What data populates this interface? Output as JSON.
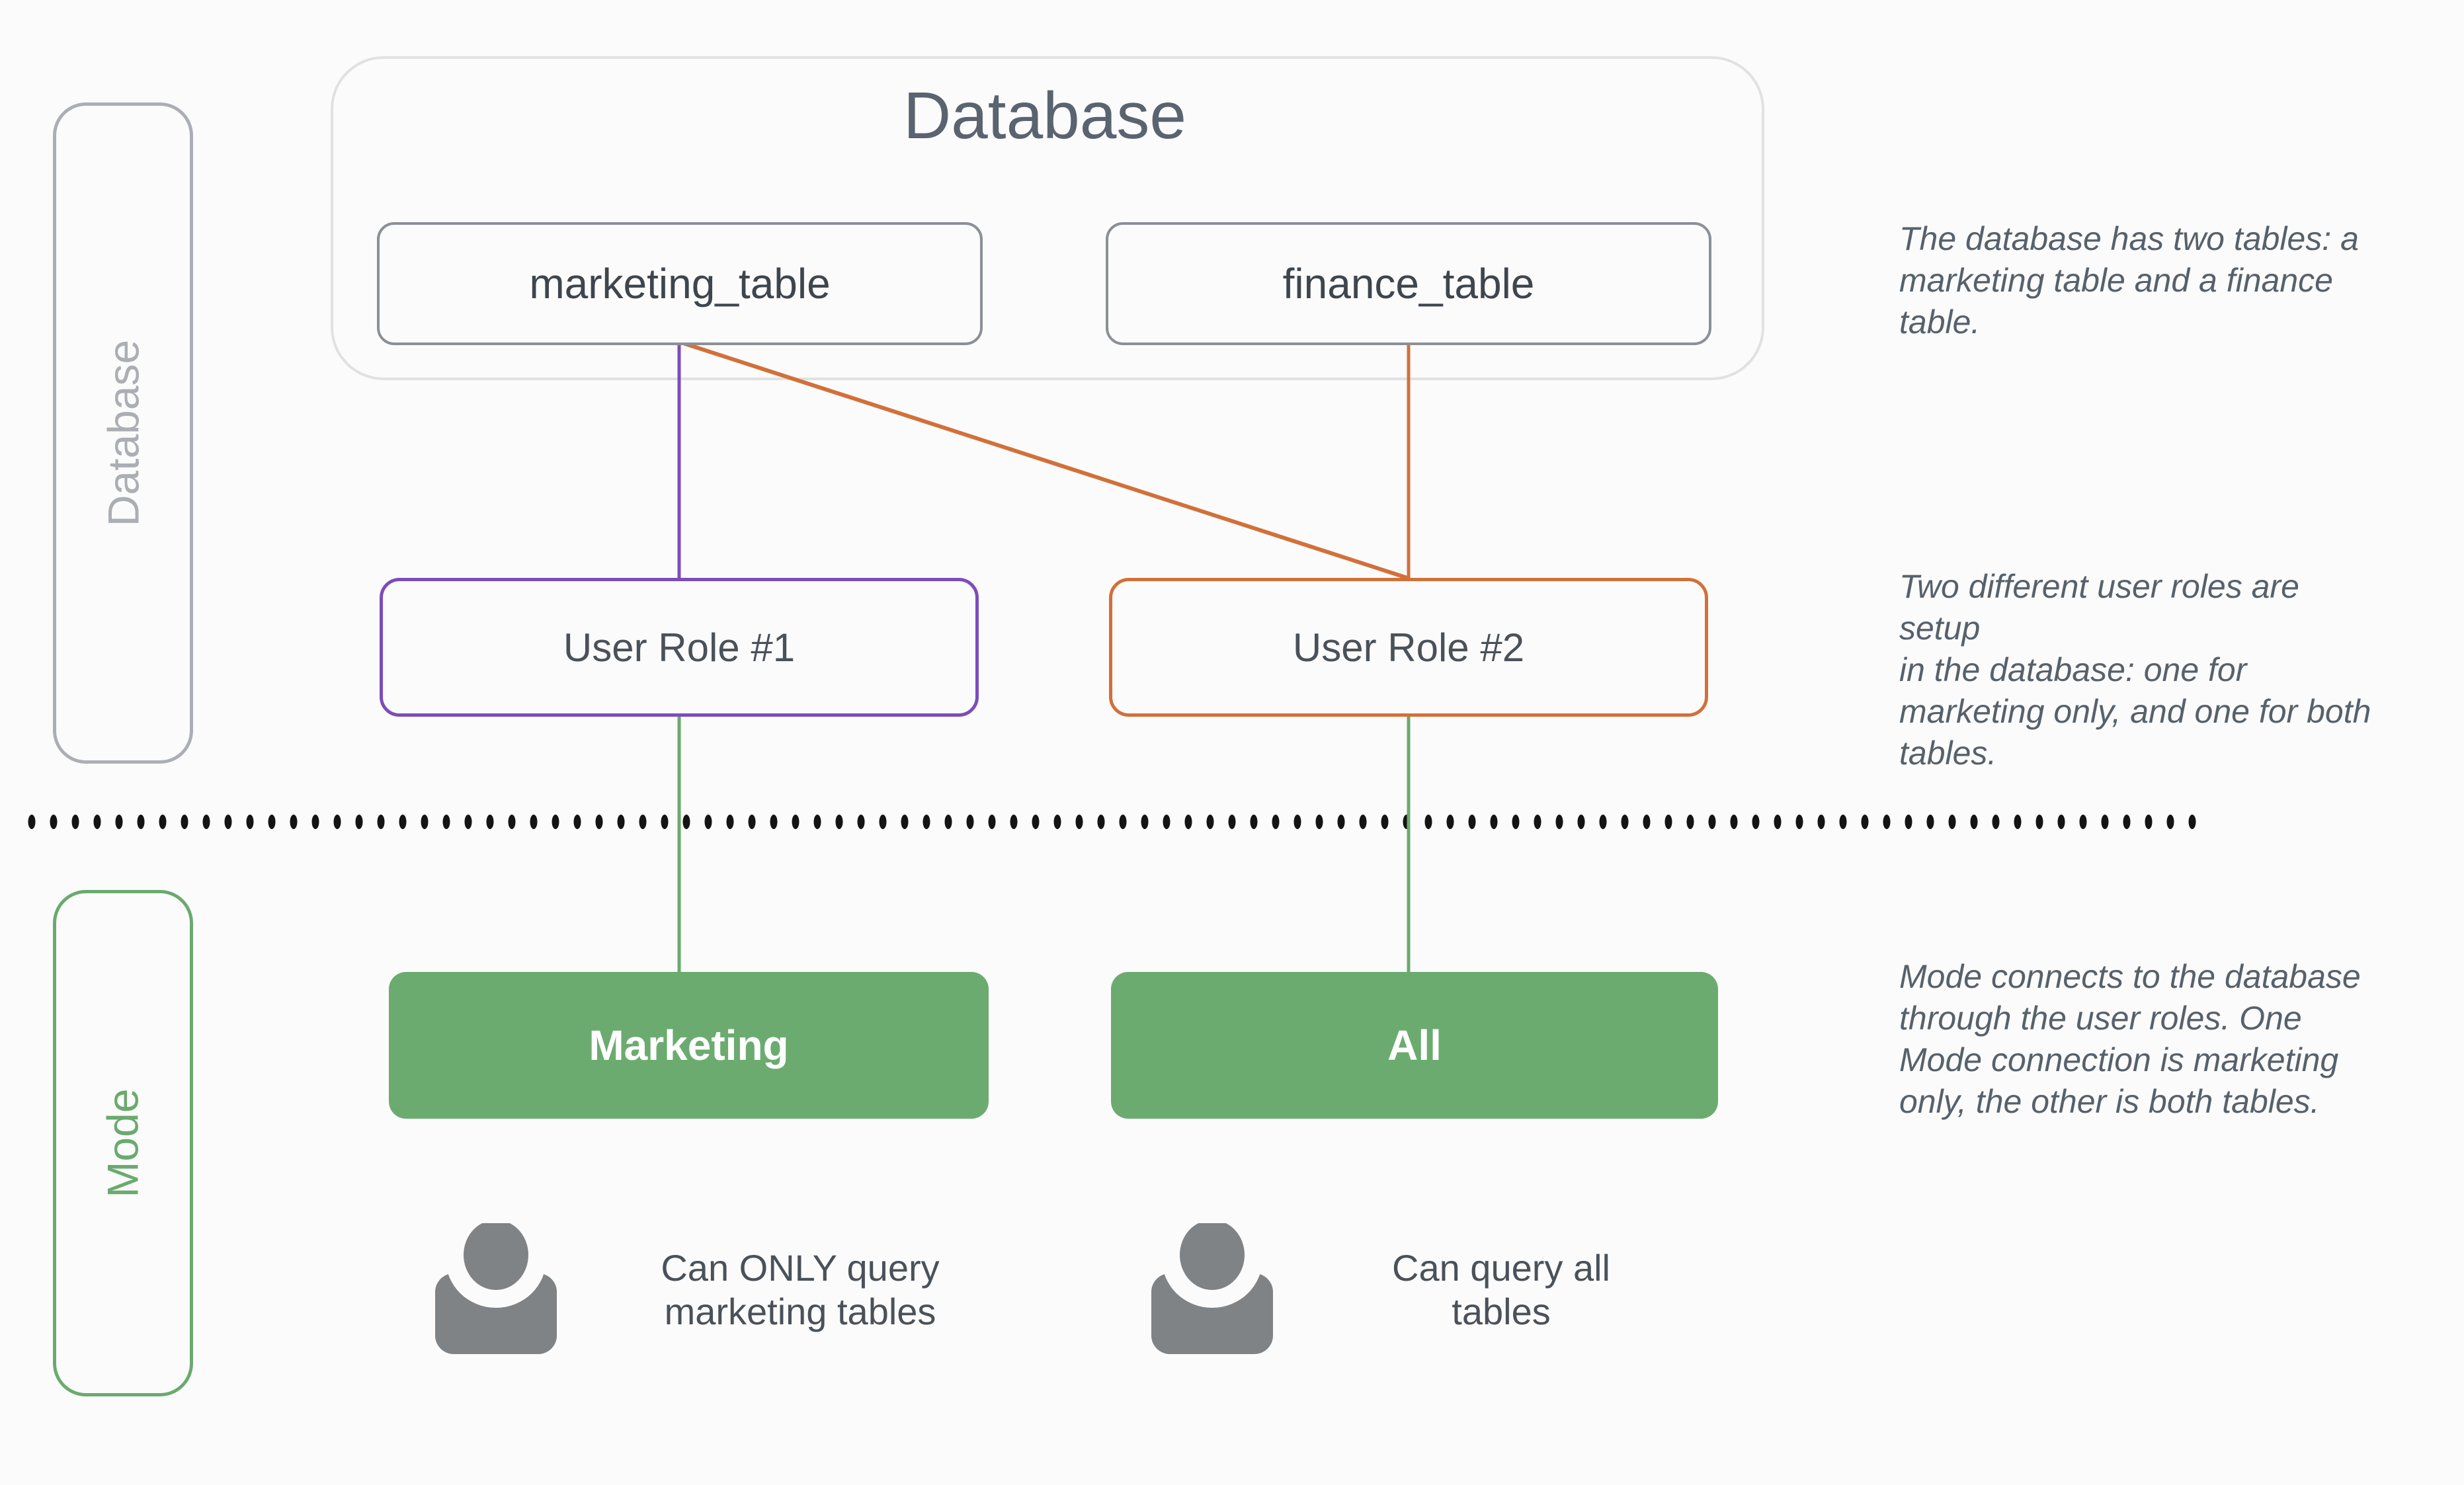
{
  "colors": {
    "background": "#fbfbfb",
    "container_border": "#e1e1e4",
    "table_border": "#8b9096",
    "title_text": "#5a6370",
    "dark_text": "#3e454d",
    "sidebar_gray": "#abaeb3",
    "purple_accent": "#7d4cbb",
    "orange_accent": "#d2703a",
    "green_accent": "#6aaa6e",
    "green_fill": "#6cab70",
    "annotation_text": "#57616b",
    "icon_gray": "#7f8386",
    "divider_dot": "#141414"
  },
  "database_section": {
    "title": "Database",
    "side_label": "Database",
    "tables": [
      {
        "name": "marketing_table"
      },
      {
        "name": "finance_table"
      }
    ]
  },
  "user_roles": [
    {
      "label": "User Role #1",
      "accent": "#7d4cbb"
    },
    {
      "label": "User Role #2",
      "accent": "#d2703a"
    }
  ],
  "mode_section": {
    "side_label": "Mode",
    "connections": [
      {
        "label": "Marketing",
        "caption_lines": [
          "Can ONLY query",
          "marketing tables"
        ]
      },
      {
        "label": "All",
        "caption_lines": [
          "Can query all",
          "tables"
        ]
      }
    ]
  },
  "annotations": [
    {
      "lines": [
        "The database has two tables: a",
        "marketing table and a finance",
        "table."
      ]
    },
    {
      "lines": [
        "Two different user roles are setup",
        "in the database: one for",
        "marketing only, and one for both",
        "tables."
      ]
    },
    {
      "lines": [
        "Mode connects to the database",
        "through the user roles. One",
        "Mode connection is marketing",
        "only, the other is both tables."
      ]
    }
  ]
}
